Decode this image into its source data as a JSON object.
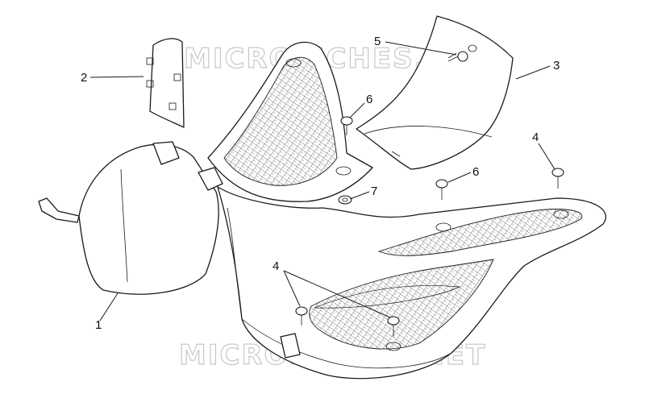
{
  "watermark": {
    "text": "MICROFICHES.NET"
  },
  "callouts": [
    {
      "id": "c2",
      "label": "2"
    },
    {
      "id": "c5",
      "label": "5"
    },
    {
      "id": "c3",
      "label": "3"
    },
    {
      "id": "c6a",
      "label": "6"
    },
    {
      "id": "c4a",
      "label": "4"
    },
    {
      "id": "c6b",
      "label": "6"
    },
    {
      "id": "c7",
      "label": "7"
    },
    {
      "id": "c4b",
      "label": "4"
    },
    {
      "id": "c1",
      "label": "1"
    }
  ]
}
